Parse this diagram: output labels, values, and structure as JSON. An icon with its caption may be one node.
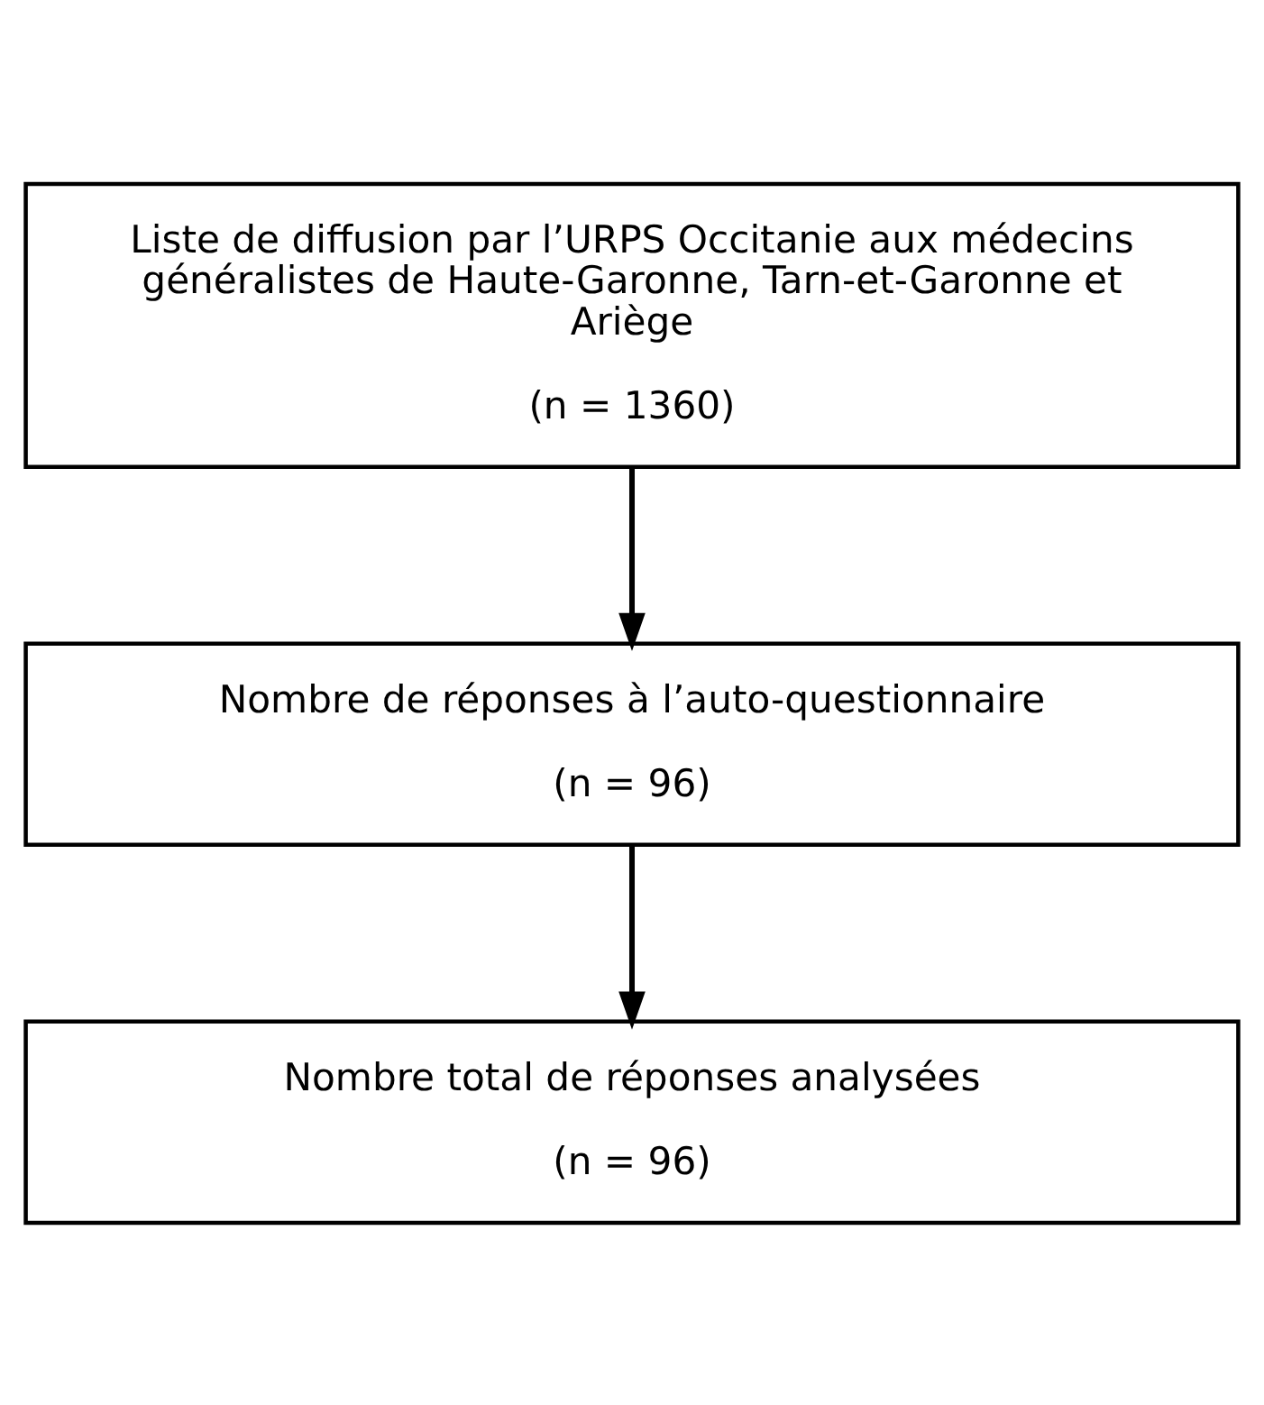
{
  "diagram": {
    "nodes": [
      {
        "text": [
          "Liste de diffusion par l’URPS Occitanie aux médecins généralistes de Haute-Garonne, Tarn-et-Garonne et Ariège",
          "(n = 1360)"
        ]
      },
      {
        "text": [
          "Nombre de réponses à l’auto-questionnaire",
          "(n = 96)"
        ]
      },
      {
        "text": [
          "Nombre total de réponses analysées",
          "(n = 96)"
        ]
      }
    ],
    "edges": [
      {
        "from": 0,
        "to": 1,
        "arrow": "to"
      },
      {
        "from": 1,
        "to": 2,
        "arrow": "to"
      }
    ]
  }
}
